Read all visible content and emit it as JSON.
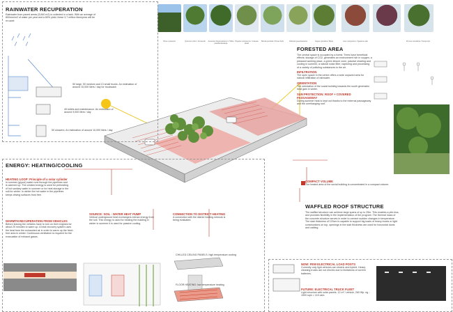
{
  "rainwater": {
    "title": "RAINWATER RECUPERATION",
    "intro": "Rainwater from paved areas (5,840 m2) is collected in a tank. With an average of 800mm/m2 of water per year and a 80% yield, these 3,7 million liters/year will be re-used:",
    "trucks": "50 large, 50 medium and 13 small trucks. An estimation of around 10,000 liters / day for truckwash",
    "toilets": "45 toilets and maintenance. An estimation of around 9,000 liters / day",
    "showers": "50 showers. An estimation of around 10,000 liters / day"
  },
  "trees": {
    "captions": [
      "Pinus sylvestris",
      "Quercus robur / Zomereik",
      "Aesculus hippocastanum / Witte paardenkastanje",
      "Populus canescens / Grauwe abeel",
      "Betula pendula / Ruwe berk",
      "Robinia pseudoacacia",
      "Fagus sylvatica / Beuk",
      "Acer campestre / Spaanse aak",
      "Prunus cerasifera / Kerspruim"
    ]
  },
  "forested": {
    "title": "FORESTED AREA",
    "text": "The central space is occupied by a forest. Trees have beneficial effects: storage of CO2, generates an environment rich in oxygen, a pleasant working place, a green leisure zone, passive shading and cooling in summer, a natural noise filter, capturing and processing of a variety of polluting substances in the air.",
    "infiltration_title": "INFILTRATION",
    "infiltration": "The open space in the centre offers a wide unpaved area for natural infiltration of rainwater.",
    "orientation_title": "ORIENTATION",
    "orientation": "The orientation of the social building towards the south generates heat gain in winter.",
    "sun_title": "SUN PROTECTION: ROOF + COVERED PASSAGEWAY",
    "sun": "During summer heat is kept out thanks to the external passageway and the overhanging roof."
  },
  "compact": {
    "title": "COMPACT VOLUME",
    "text": "The heated area of the social building is concentrated in a compact volume."
  },
  "waffled": {
    "title": "WAFFLED ROOF STRUCTURE",
    "text": "The waffled structure can achieve large spans of up to 25m. This enables a pile-less and provides flexibility in the implementation of the program. The thermal mass of the concrete structure serves in order to cement sudden changes in temperature. The slab thickness of 120cm is capable to support big loads of heavy trucks or light constructions on top, openings in the slab thickness are used for horizontal ducts and cabling."
  },
  "energy": {
    "title": "ENERGY: HEATING/COOLING",
    "heating_title": "HEATING LOOP: Principle of a solar cylinder",
    "heating": "In summer (glycol) water runs through the pipelines and is warmed up. The created energy is used for preheating of hot sanitary water in summer or for heat storage in the soil for winter. In winter the hot water in the pipelines keeps driving surfaces frost free.",
    "warmth_title": "WARMTH RECUPERATION FROM VEHICLES",
    "warmth": "Before leaving the vehicles have to turn on their engines for about 20 minutes to warm up. A heat recovery system uses the heat from the exhausted air in order to warm up the fresh free area in winter. Continuous ventilation is required for the evacuation of exhaust gases.",
    "source_title": "SOURCE: SOIL - WATER HEAT PUMP",
    "source": "Vertical underground heat exchangers extract energy from the soil. This energy is used for heating the building in winter in summer it is used for passive cooling.",
    "district_title": "CONNECTION TO DISTRICT HEATING",
    "district": "A connection with the district heating network is being evaluated.",
    "chilled": "CHILLED CEILING PANELS: high temperature cooling",
    "floor": "FLOOR HEATING: low temperature heating"
  },
  "fleet": {
    "now_title": "NOW: FEW ELECTRICAL LOAD POSTS",
    "now": "Currently only light vehicles are electric and hybrid. Heavy cleaning trucks are not electric due to limitations of current batteries.",
    "future_title": "FUTURE: ELECTRICAL TRUCK FLEET",
    "future": "Light structure with solar panels. 12 m² / vehicle, 260 Wp. eg. : 1500 sqm = 115 cars"
  },
  "colors": {
    "accent": "#c0392b",
    "roof_red": "#e8a3a0",
    "tree_green": "#5f8f3a",
    "sun": "#f5c518",
    "line_yellow": "#e6c200"
  }
}
